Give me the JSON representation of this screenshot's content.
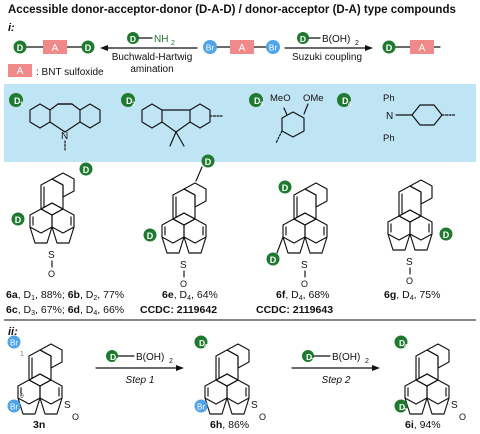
{
  "title": "Accessible donor-acceptor-donor (D-A-D) / donor-acceptor (D-A) type compounds",
  "section_i": "i:",
  "section_ii": "ii:",
  "scheme": {
    "D": "D",
    "A": "A",
    "Br": "Br",
    "reagent_left": "NH",
    "reagent_left_sub": "2",
    "reagent_right": "B(OH)",
    "reagent_right_sub": "2",
    "cond_left_1": "Buchwald-Hartwig",
    "cond_left_2": "amination",
    "cond_right": "Suzuki coupling",
    "legend": ": BNT sulfoxide"
  },
  "donors": {
    "d1": "D",
    "d1_sub": "1",
    "d2": "D",
    "d2_sub": "2",
    "d3": "D",
    "d3_sub": "3",
    "d4": "D",
    "d4_sub": "4",
    "n": "N",
    "meo": "MeO",
    "ome": "OMe",
    "ph1": "Ph",
    "ph2": "Ph"
  },
  "molecules": {
    "S": "S",
    "O": "O",
    "D": "D",
    "Br": "Br",
    "label_6a_a": "6a",
    "text_6a": ", D",
    "sub_6a": "1",
    "val_6a": ", 88%; ",
    "label_6b": "6b",
    "text_6b": ", D",
    "sub_6b": "2",
    "val_6b": ", 77%",
    "label_6c": "6c",
    "text_6c": ", D",
    "sub_6c": "3",
    "val_6c": ", 67%; ",
    "label_6d": "6d",
    "text_6d": ", D",
    "sub_6d": "4",
    "val_6d": ", 66%",
    "label_6e": "6e",
    "text_6e": ", D",
    "sub_6e": "4",
    "val_6e": ", 64%",
    "ccdc_6e": "CCDC: 2119642",
    "label_6f": "6f",
    "text_6f": ", D",
    "sub_6f": "4",
    "val_6f": ", 68%",
    "ccdc_6f": "CCDC: 2119643",
    "label_6g": "6g",
    "text_6g": ", D",
    "sub_6g": "4",
    "val_6g": ", 75%"
  },
  "part2": {
    "pos1": "1",
    "pos9": "9",
    "label_3n": "3n",
    "step1_d": "D",
    "step1_sub": "4",
    "step1_reag": "B(OH)",
    "step1_reag_sub": "2",
    "step1": "Step 1",
    "step2_d": "D",
    "step2_sub": "3",
    "step2_reag": "B(OH)",
    "step2_reag_sub": "2",
    "step2": "Step 2",
    "label_6h": "6h",
    "val_6h": ", 86%",
    "label_6i": "6i",
    "val_6i": ", 94%",
    "d4_sub": "4",
    "d3_sub": "3"
  },
  "colors": {
    "donor_green": "#1e7a2e",
    "bromo_blue": "#4fa3e8",
    "acceptor_pink": "#f08a8a",
    "band_blue": "#bfe4f3"
  }
}
